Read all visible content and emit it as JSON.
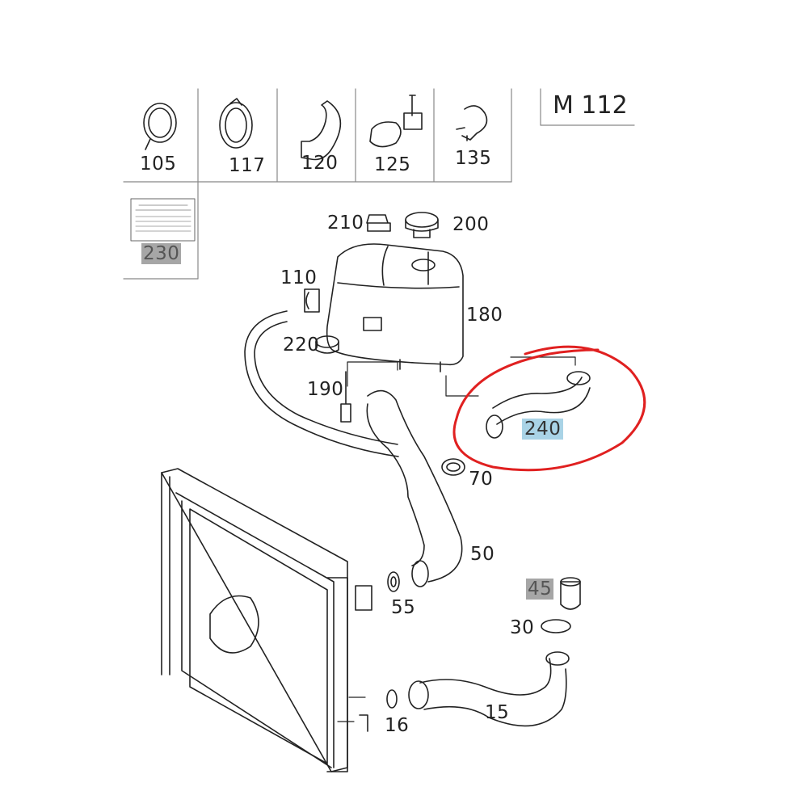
{
  "diagram": {
    "model_code": "M 112",
    "callouts": [
      {
        "id": "105",
        "label": "105",
        "highlight": "none"
      },
      {
        "id": "117",
        "label": "117",
        "highlight": "none"
      },
      {
        "id": "120",
        "label": "120",
        "highlight": "none"
      },
      {
        "id": "125",
        "label": "125",
        "highlight": "none"
      },
      {
        "id": "135",
        "label": "135",
        "highlight": "none"
      },
      {
        "id": "230",
        "label": "230",
        "highlight": "gray"
      },
      {
        "id": "210",
        "label": "210",
        "highlight": "none"
      },
      {
        "id": "200",
        "label": "200",
        "highlight": "none"
      },
      {
        "id": "110",
        "label": "110",
        "highlight": "none"
      },
      {
        "id": "180",
        "label": "180",
        "highlight": "none"
      },
      {
        "id": "220",
        "label": "220",
        "highlight": "none"
      },
      {
        "id": "190",
        "label": "190",
        "highlight": "none"
      },
      {
        "id": "240",
        "label": "240",
        "highlight": "blue"
      },
      {
        "id": "70",
        "label": "70",
        "highlight": "none"
      },
      {
        "id": "50",
        "label": "50",
        "highlight": "none"
      },
      {
        "id": "55",
        "label": "55",
        "highlight": "none"
      },
      {
        "id": "45",
        "label": "45",
        "highlight": "gray"
      },
      {
        "id": "30",
        "label": "30",
        "highlight": "none"
      },
      {
        "id": "15",
        "label": "15",
        "highlight": "none"
      },
      {
        "id": "16",
        "label": "16",
        "highlight": "none"
      }
    ],
    "annotation": {
      "type": "hand-drawn circle",
      "target": "240",
      "color": "#e02020"
    },
    "colors": {
      "line": "#222222",
      "gray_highlight": "#a6a6a6",
      "blue_highlight": "#a9d3e6",
      "red_mark": "#e02020"
    }
  }
}
